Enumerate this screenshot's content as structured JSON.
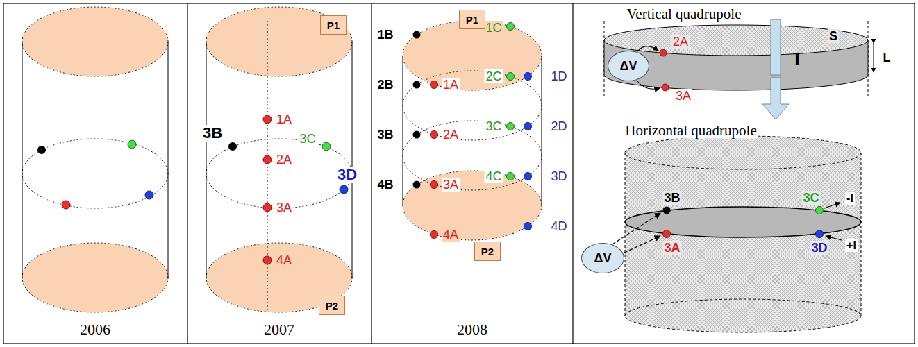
{
  "diagram": {
    "nodes": [
      {
        "text": [
          "P1"
        ]
      },
      {
        "text": [
          "P2"
        ]
      },
      {
        "text": [
          "P1"
        ]
      },
      {
        "text": [
          "P2"
        ]
      },
      {
        "text": [
          "ΔV"
        ]
      },
      {
        "text": [
          "ΔV"
        ]
      }
    ],
    "labels": [
      "2006",
      "3B",
      "1A",
      "3C",
      "2A",
      "3D",
      "3A",
      "4A",
      "2007",
      "1B",
      "1C",
      "2B",
      "1A",
      "2C",
      "1D",
      "3B",
      "2A",
      "3C",
      "2D",
      "4B",
      "3A",
      "4C",
      "3D",
      "4A",
      "4D",
      "2008",
      "Vertical quadrupole",
      "S",
      "2A",
      "I",
      "L",
      "3A",
      "Horizontal quadrupole",
      "3B",
      "3C",
      "-I",
      "3A",
      "3D",
      "+I"
    ]
  }
}
